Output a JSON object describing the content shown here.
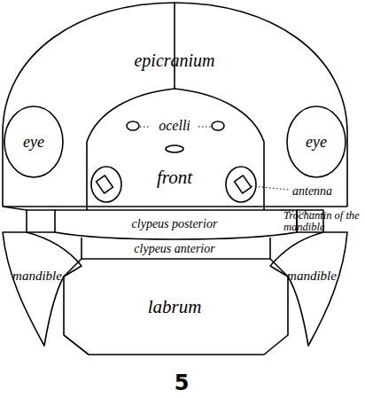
{
  "diagram": {
    "caption": "5",
    "labels": [
      "epicranium",
      "eye",
      "ocelli",
      "eye",
      "front",
      "antenna",
      "Trochantin of the mandible",
      "clypeus posterior",
      "clypeus anterior",
      "mandible",
      "labrum",
      "mandible"
    ]
  }
}
